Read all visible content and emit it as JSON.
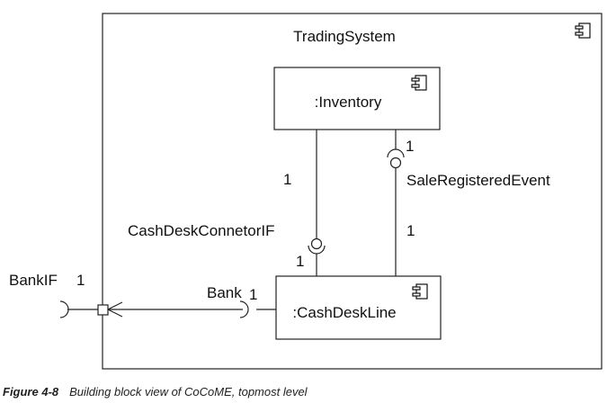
{
  "diagram": {
    "outer_component": {
      "name": "TradingSystem"
    },
    "inventory": {
      "name": ":Inventory"
    },
    "cashdeskline": {
      "name": ":CashDeskLine"
    },
    "labels": {
      "inventory_link_mult": "1",
      "cashdesk_connector_if": "CashDeskConnetorIF",
      "cashdesk_connector_mult": "1",
      "sale_event_top_mult": "1",
      "sale_registered_event": "SaleRegisteredEvent",
      "sale_event_bottom_mult": "1",
      "bank_if": "BankIF",
      "bank_if_mult": "1",
      "bank": "Bank",
      "bank_mult": "1"
    }
  },
  "caption": {
    "number": "Figure 4-8",
    "text": "Building block view of CoCoME, topmost level"
  }
}
